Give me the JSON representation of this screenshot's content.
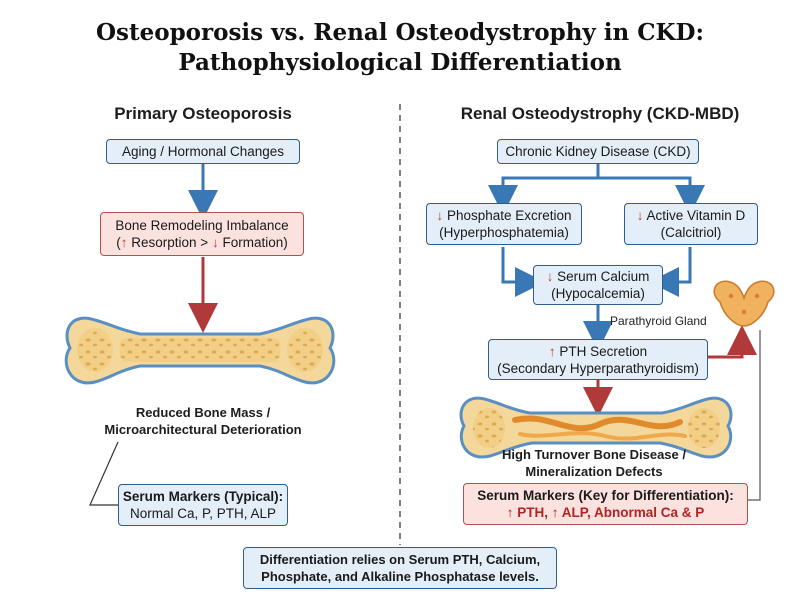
{
  "title": {
    "line1": "Osteoporosis vs. Renal Osteodystrophy in CKD:",
    "line2": "Pathophysiological Differentiation"
  },
  "left": {
    "heading": "Primary Osteoporosis",
    "box1": "Aging / Hormonal Changes",
    "box2_title": "Bone Remodeling Imbalance",
    "box2_up": "↑",
    "box2_resorption": "Resorption >",
    "box2_down": "↓",
    "box2_formation": "Formation)",
    "bone_caption_1": "Reduced Bone Mass /",
    "bone_caption_2": "Microarchitectural Deterioration",
    "markers_title": "Serum Markers (Typical):",
    "markers_text": "Normal Ca, P, PTH, ALP"
  },
  "right": {
    "heading": "Renal Osteodystrophy (CKD-MBD)",
    "box_ckd": "Chronic Kidney Disease (CKD)",
    "box_phos_arrow": "↓",
    "box_phos_title": "Phosphate Excretion",
    "box_phos_sub": "(Hyperphosphatemia)",
    "box_vitd_arrow": "↓",
    "box_vitd_title": "Active Vitamin D",
    "box_vitd_sub": "(Calcitriol)",
    "box_ca_arrow": "↓",
    "box_ca_title": "Serum Calcium",
    "box_ca_sub": "(Hypocalcemia)",
    "parathyroid_label": "Parathyroid Gland",
    "box_pth_arrow": "↑",
    "box_pth_title": "PTH Secretion",
    "box_pth_sub": "(Secondary Hyperparathyroidism)",
    "bone_caption_1": "High Turnover Bone Disease /",
    "bone_caption_2": "Mineralization Defects",
    "markers_title": "Serum Markers (Key for Differentiation):",
    "markers_up1": "↑",
    "markers_pth": "PTH,",
    "markers_up2": "↑",
    "markers_alp": "ALP,",
    "markers_abn": "Abnormal Ca & P"
  },
  "footer": {
    "line1": "Differentiation relies on Serum PTH, Calcium,",
    "line2": "Phosphate, and Alkaline Phosphatase levels."
  },
  "colors": {
    "blue_border": "#2e5e8c",
    "blue_fill": "#e3eef8",
    "pink_fill": "#fbe2df",
    "red_accent": "#c0392b",
    "arrow_blue": "#3a78b5",
    "arrow_red": "#b03a3a",
    "bone_fill": "#f4d79a"
  }
}
